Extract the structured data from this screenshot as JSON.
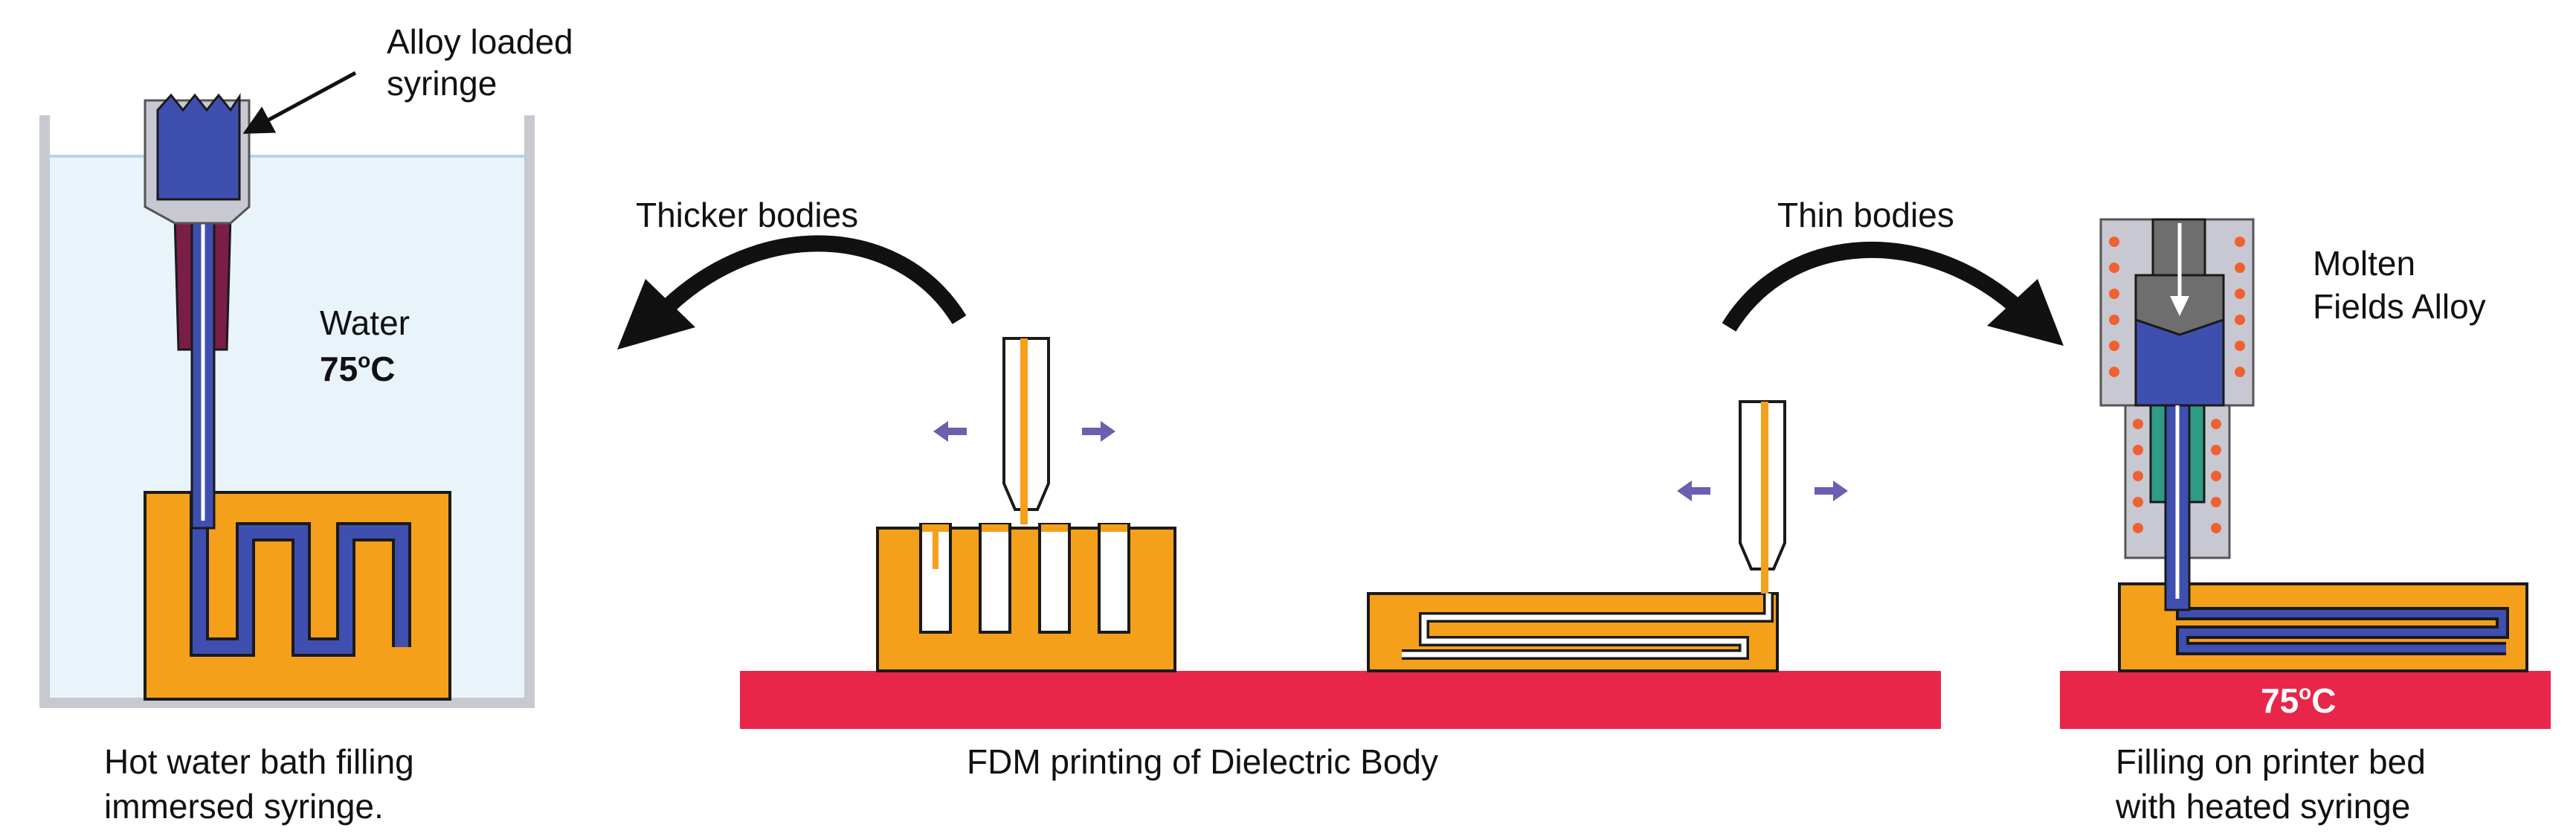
{
  "labels": {
    "alloy_syringe_line1": "Alloy loaded",
    "alloy_syringe_line2": "syringe",
    "water": "Water",
    "water_temp_value": "75",
    "water_temp_sup": "o",
    "water_temp_unit": "C",
    "thicker_bodies": "Thicker bodies",
    "thin_bodies": "Thin bodies",
    "molten_line1": "Molten",
    "molten_line2": "Fields Alloy",
    "bed_temp_value": "75",
    "bed_temp_sup": "o",
    "bed_temp_unit": "C",
    "left_caption_line1": "Hot water bath filling",
    "left_caption_line2": "immersed syringe.",
    "center_caption": "FDM printing of Dielectric Body",
    "right_caption_line1": "Filling on printer bed",
    "right_caption_line2": "with heated syringe"
  },
  "colors": {
    "print_body": "#F5A01A",
    "alloy": "#3F4FB0",
    "bed": "#E8264A",
    "water": "#E9F3FA",
    "syringe_barrel": "#7A1E45",
    "steel": "#C8C8D2",
    "heater_coil": "#F06030",
    "green_sleeve": "#2E9C86",
    "direction_arrow": "#6A5FB0",
    "dark_gray": "#6E6E6E"
  },
  "icons": {
    "curved_arrows": "curved-arrow-icon",
    "move_arrows": "double-arrow-icon"
  }
}
